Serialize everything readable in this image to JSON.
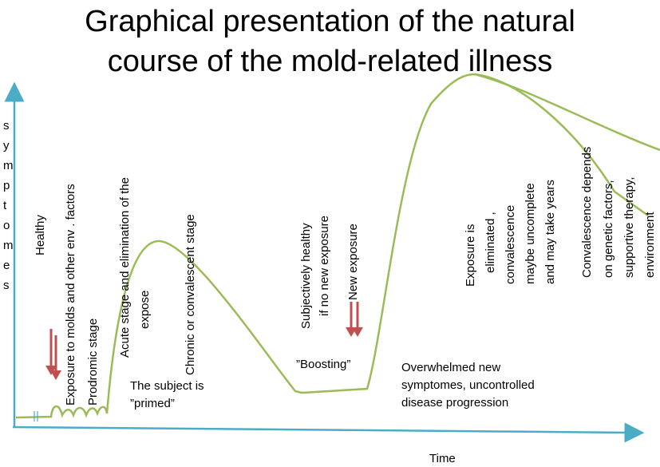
{
  "title": {
    "line1": "Graphical presentation of the natural",
    "line2": "course of the mold-related illness"
  },
  "axes": {
    "y_letters": [
      "s",
      "y",
      "m",
      "p",
      "t",
      "o",
      "m",
      "e",
      "s"
    ],
    "x_label": "Time"
  },
  "vertical_labels": {
    "healthy": "Healthy",
    "exposure_line1": "Exposure to molds and other  env . factors",
    "exposure_line2": "Prodromic stage",
    "acute_line1": "Acute stage and elimination of the",
    "acute_line2": "expose",
    "chronic": "Chronic or convalescent stage",
    "subjectively_line1": "Subjectively healthy",
    "subjectively_line2": "if no new exposure",
    "new_exposure": "New exposure",
    "eliminated_line1": "Exposure is",
    "eliminated_line2": "eliminated ,",
    "eliminated_line3": "convalescence",
    "eliminated_line4": "maybe uncomplete",
    "eliminated_line5": "and may take years",
    "convalescence_line1": "Convalescence depends",
    "convalescence_line2": "on genetic factors,",
    "convalescence_line3": "supportive therapy,",
    "convalescence_line4": "environment"
  },
  "horizontal_labels": {
    "primed_line1": "The subject is",
    "primed_line2": "”primed”",
    "boosting": "”Boosting”",
    "overwhelmed_line1": "Overwhelmed new",
    "overwhelmed_line2": "symptomes, uncontrolled",
    "overwhelmed_line3": "disease progression"
  },
  "colors": {
    "axis": "#4bacc6",
    "curve": "#9bbb59",
    "arrow": "#c0504d",
    "text": "#000000"
  }
}
